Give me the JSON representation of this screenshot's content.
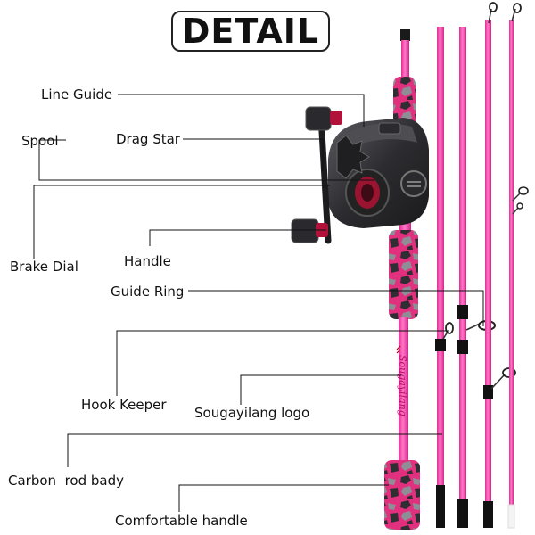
{
  "title": "DETAIL",
  "labels": {
    "line_guide": "Line Guide",
    "drag_star": "Drag Star",
    "spool": "Spool",
    "brake_dial": "Brake Dial",
    "handle": "Handle",
    "guide_ring": "Guide Ring",
    "hook_keeper": "Hook Keeper",
    "logo": "Sougayilang logo",
    "carbon_body": "Carbon  rod bady",
    "comfortable_handle": "Comfortable handle"
  },
  "brand_text": "Sougayilang",
  "colors": {
    "rod_pink": "#f23aa8",
    "rod_pink_light": "#f76cc0",
    "camo_pink": "#e0307e",
    "camo_dark": "#2e2e33",
    "camo_grey": "#8e8e96",
    "reel_body": "#3a3a3e",
    "reel_accent": "#b0123a",
    "leader_line": "#111111"
  },
  "icons": [
    "fishing-rod-illustration",
    "baitcasting-reel-illustration"
  ]
}
